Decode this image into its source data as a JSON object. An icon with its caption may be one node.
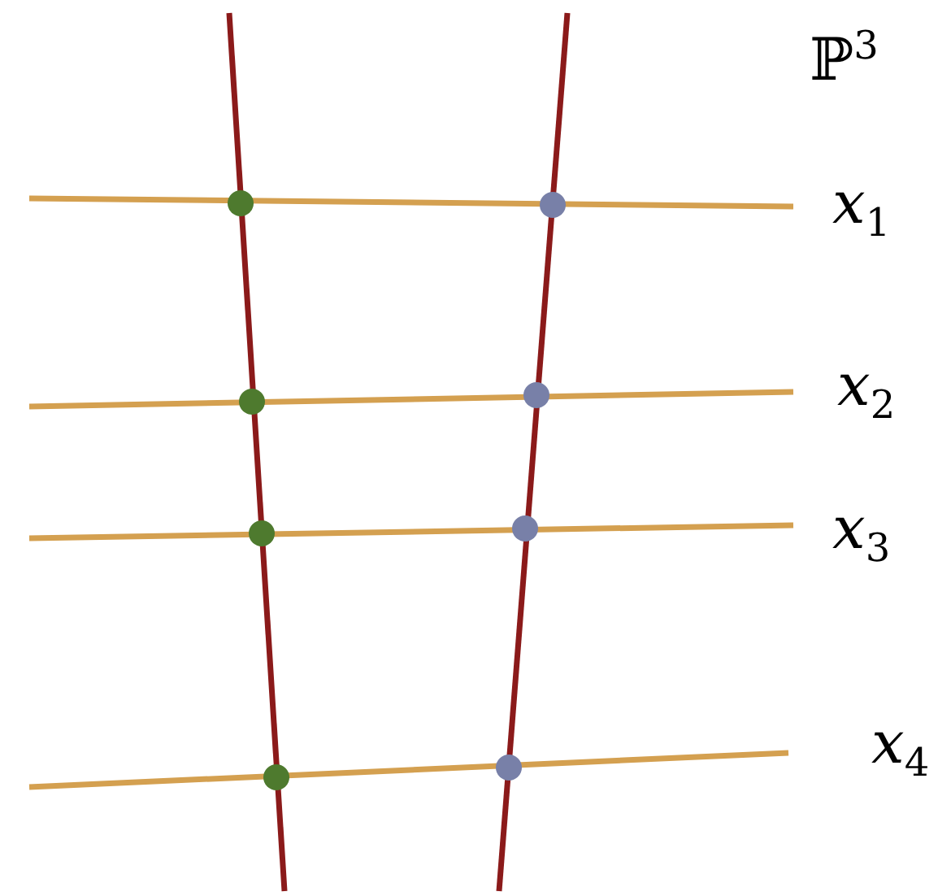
{
  "diagram": {
    "labels": [
      "ℙ$^{3}$",
      "x$_{1}$",
      "x$_{2}$",
      "x$_{3}$",
      "x$_{4}$"
    ]
  }
}
